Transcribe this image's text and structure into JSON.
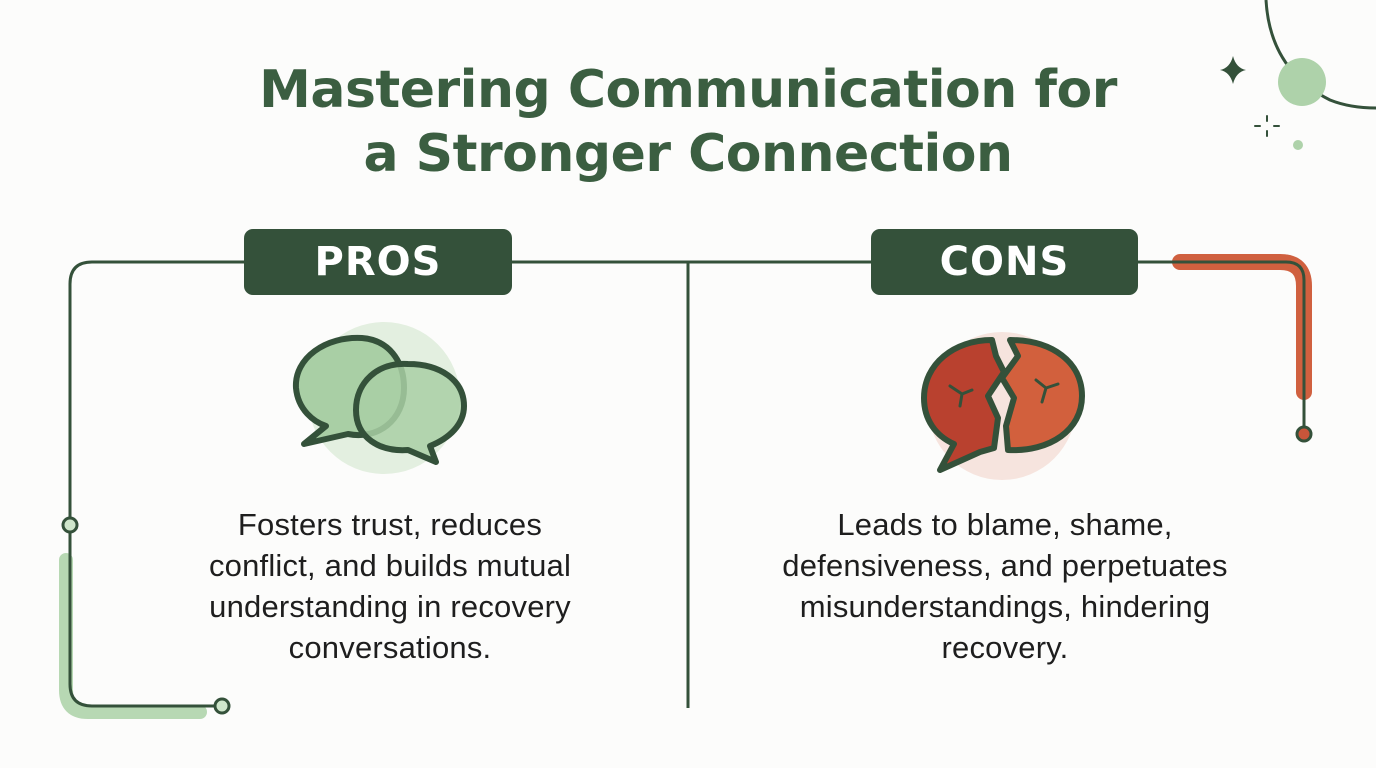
{
  "title": {
    "line1": "Mastering Communication for",
    "line2": "a Stronger Connection"
  },
  "pros": {
    "label": "PROS",
    "icon": "overlapping-speech-bubbles-icon",
    "lines": [
      "Fosters trust, reduces",
      "conflict, and builds mutual",
      "understanding in recovery",
      "conversations."
    ]
  },
  "cons": {
    "label": "CONS",
    "icon": "broken-speech-bubble-icon",
    "lines": [
      "Leads to blame, shame,",
      "defensiveness, and perpetuates",
      "misunderstandings, hindering",
      "recovery."
    ]
  },
  "colors": {
    "dark_green": "#34513a",
    "title_green": "#3b5e41",
    "light_green": "#a8cfa4",
    "terracotta": "#cf5a3c",
    "dark_red": "#b8412f"
  }
}
